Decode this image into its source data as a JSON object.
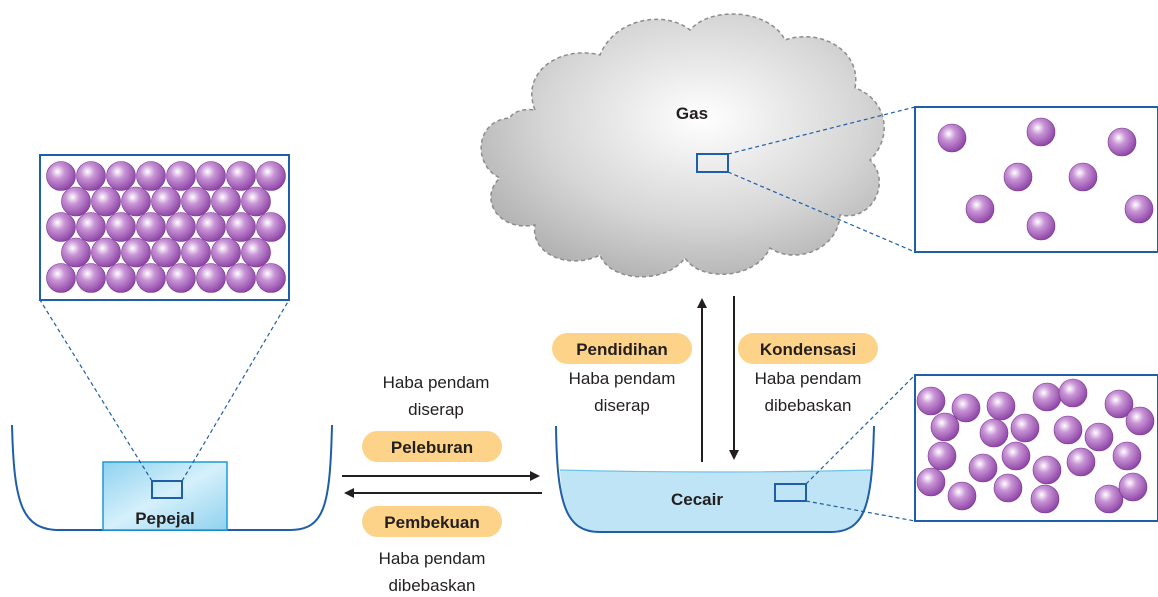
{
  "states": {
    "solid": "Pepejal",
    "liquid": "Cecair",
    "gas": "Gas"
  },
  "processes": {
    "melting": {
      "name": "Peleburan",
      "note_line1": "Haba pendam",
      "note_line2": "diserap"
    },
    "freezing": {
      "name": "Pembekuan",
      "note_line1": "Haba pendam",
      "note_line2": "dibebaskan"
    },
    "boiling": {
      "name": "Pendidihan",
      "note_line1": "Haba pendam",
      "note_line2": "diserap"
    },
    "condensation": {
      "name": "Kondensasi",
      "note_line1": "Haba pendam",
      "note_line2": "dibebaskan"
    }
  },
  "colors": {
    "line_blue": "#1f5ea8",
    "pill_fill": "#fdd38a",
    "particle": "#a45bb9",
    "liquid_fill": "#bfe4f5",
    "solid_fill": "#a9dcf2",
    "gas_fill": "#d9d9d9"
  }
}
